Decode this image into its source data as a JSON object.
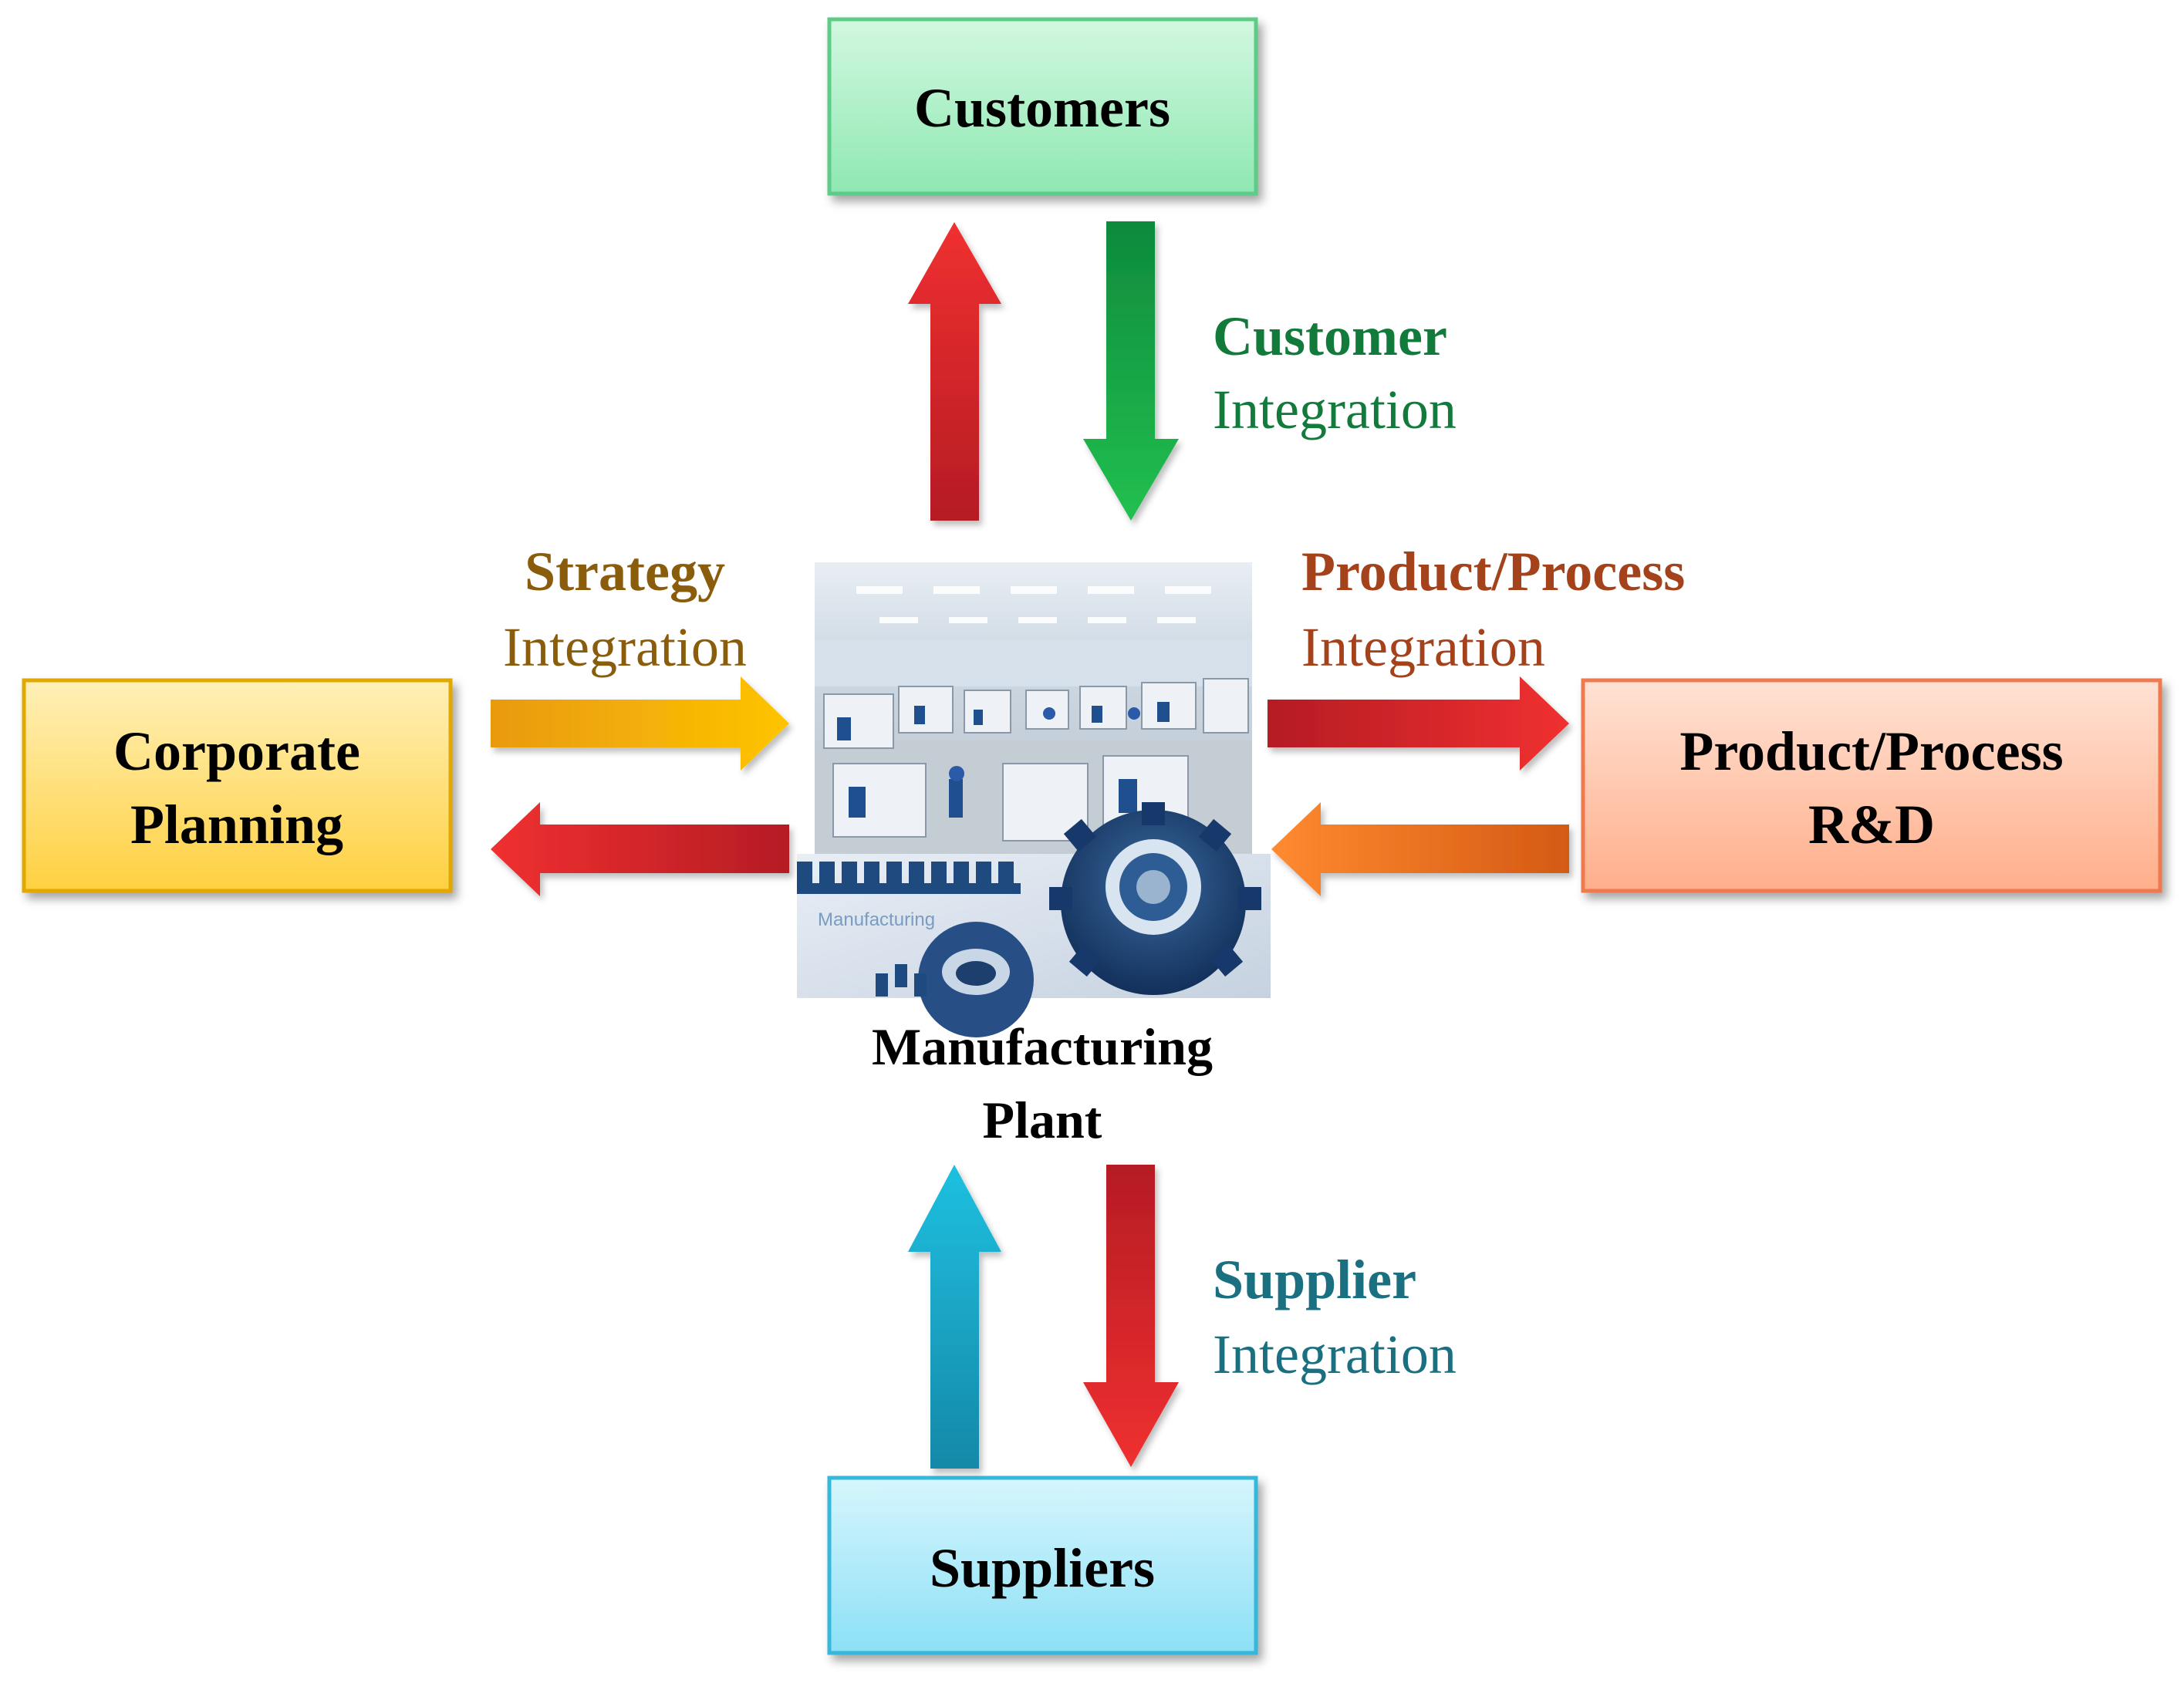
{
  "nodes": {
    "customers": "Customers",
    "corporate_line1": "Corporate",
    "corporate_line2": "Planning",
    "rd_line1": "Product/Process",
    "rd_line2": "R&D",
    "suppliers": "Suppliers",
    "plant_line1": "Manufacturing",
    "plant_line2": "Plant"
  },
  "integrations": {
    "customer": {
      "bold": "Customer",
      "normal": "Integration",
      "color": "#127a3a"
    },
    "strategy": {
      "bold": "Strategy",
      "normal": "Integration",
      "color": "#8a5d0c"
    },
    "product_process": {
      "bold": "Product/Process",
      "normal": "Integration",
      "color": "#a4421c"
    },
    "supplier": {
      "bold": "Supplier",
      "normal": "Integration",
      "color": "#1a6f80"
    }
  },
  "photo_caption": "Manufacturing",
  "colors": {
    "customers_box": "#a6f0c2",
    "corporate_box": "#ffd866",
    "rd_box": "#ffbfa6",
    "suppliers_box": "#a0e8f8",
    "arrow_red": "#e42626",
    "arrow_green": "#1aa84a",
    "arrow_gold": "#f2b000",
    "arrow_orange": "#ff7d26",
    "arrow_cyan": "#1ab0d0"
  }
}
